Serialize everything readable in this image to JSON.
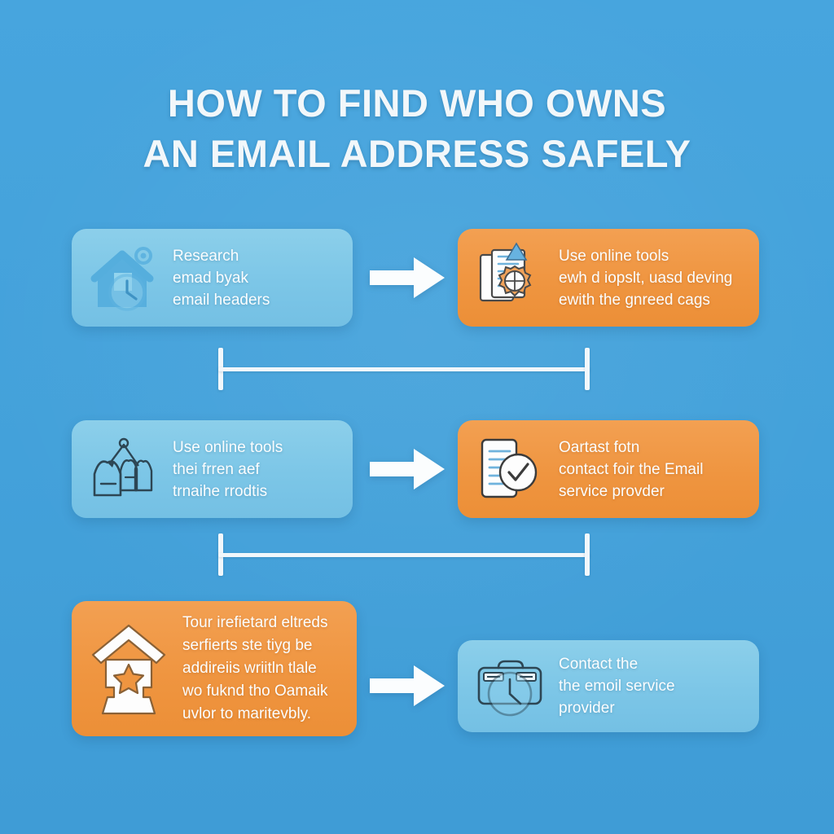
{
  "page": {
    "title_lines": [
      "HOW TO FIND WHO OWNS",
      "AN EMAIL ADDRESS SAFELY"
    ],
    "background_color": "#45a3dc",
    "light_box_color": "#7cc6e7",
    "orange_box_color": "#ef9540",
    "text_color": "#fbfdfe",
    "connector_color": "#f1f7fb"
  },
  "steps": [
    {
      "id": "step-1",
      "style": "light",
      "icon": "house-with-clock-icon",
      "lines": [
        "Research",
        "emad byak",
        "email headers"
      ]
    },
    {
      "id": "step-2",
      "style": "orange",
      "icon": "documents-with-gear-icon",
      "lines": [
        "Use online tools",
        "ewh d iopslt, uasd deving",
        "ewith the gnreed cags"
      ]
    },
    {
      "id": "step-3",
      "style": "light",
      "icon": "mountains-with-pin-icon",
      "lines": [
        "Use online tools",
        "thei frren aef",
        "trnaihe rrodtis"
      ]
    },
    {
      "id": "step-4",
      "style": "orange",
      "icon": "document-with-checkmark-icon",
      "lines": [
        "Oartast fotn",
        "contact foir the Email",
        "service provder"
      ]
    },
    {
      "id": "step-5",
      "style": "orange",
      "icon": "monument-with-star-icon",
      "lines": [
        "Tour irefietard eltreds",
        "serfierts ste tiyg be",
        "addireiis wriitln tlale",
        "wo fuknd tho Oamaik",
        "uvlor to maritevbly."
      ]
    },
    {
      "id": "step-6",
      "style": "light",
      "icon": "briefcase-with-clock-icon",
      "lines": [
        "Contact the",
        "the emoil service",
        "provider"
      ]
    }
  ],
  "arrows": [
    {
      "id": "arrow-1",
      "direction": "right"
    },
    {
      "id": "arrow-2",
      "direction": "right"
    },
    {
      "id": "arrow-3",
      "direction": "right"
    }
  ],
  "connectors": [
    {
      "id": "connector-1",
      "shape": "i-beam"
    },
    {
      "id": "connector-2",
      "shape": "i-beam"
    }
  ]
}
